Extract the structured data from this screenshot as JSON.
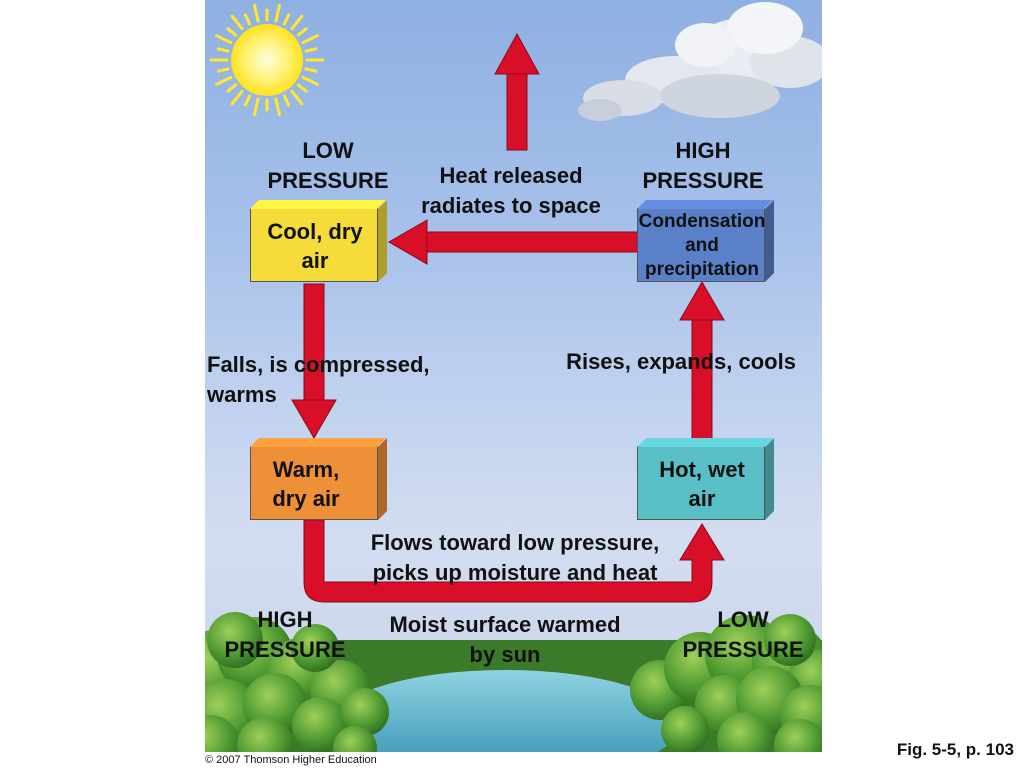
{
  "labels": {
    "low_pressure_top": "LOW\nPRESSURE",
    "high_pressure_top": "HIGH\nPRESSURE",
    "heat_released": "Heat released\nradiates to space",
    "falls": "Falls, is compressed,\nwarms",
    "rises": "Rises, expands, cools",
    "flows": "Flows toward low pressure,\npicks up moisture and heat",
    "high_pressure_bottom": "HIGH\nPRESSURE",
    "low_pressure_bottom": "LOW\nPRESSURE",
    "moist_surface": "Moist surface warmed\nby sun"
  },
  "boxes": {
    "cool_dry": {
      "label": "Cool, dry\nair",
      "color": "#f5dc3a"
    },
    "condensation": {
      "label": "Condensation\nand\nprecipitation",
      "color": "#5a80c8"
    },
    "warm_dry": {
      "label": "Warm,\ndry air",
      "color": "#ee9038"
    },
    "hot_wet": {
      "label": "Hot, wet\nair",
      "color": "#5bbfc8"
    }
  },
  "colors": {
    "arrow": "#d90f2a",
    "sun": "#ffe82a",
    "water": "#4aa9c4",
    "vegetation": "#3f8a2e"
  },
  "footer": {
    "copyright": "© 2007 Thomson Higher Education",
    "figure": "Fig. 5-5, p. 103"
  }
}
